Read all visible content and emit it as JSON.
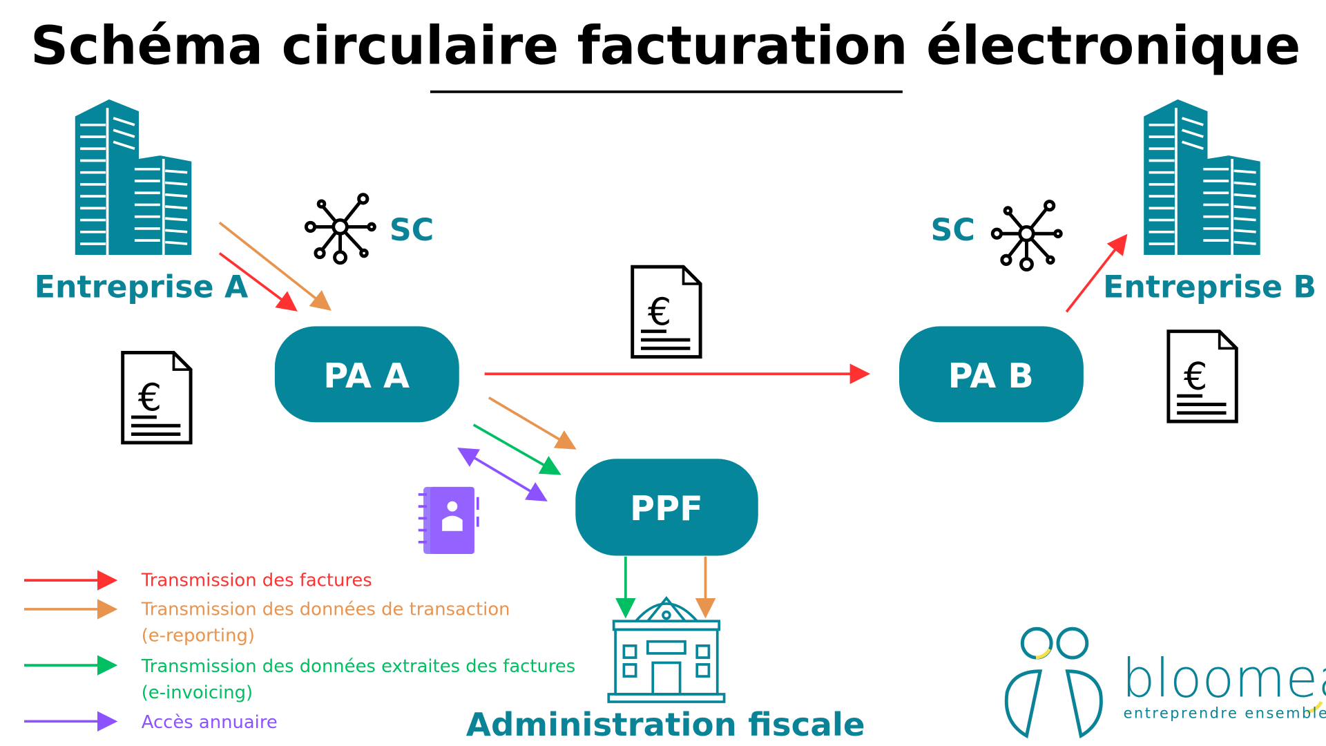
{
  "title": "Schéma circulaire facturation électronique",
  "nodes": {
    "entreprise_a": "Entreprise A",
    "entreprise_b": "Entreprise B",
    "sc_a": "SC",
    "sc_b": "SC",
    "pa_a": "PA A",
    "pa_b": "PA B",
    "ppf": "PPF",
    "administration": "Administration fiscale"
  },
  "legend": [
    {
      "lines": [
        "Transmission des factures"
      ],
      "color": "#ff3131"
    },
    {
      "lines": [
        "Transmission des données de transaction",
        "(e-reporting)"
      ],
      "color": "#e8944f"
    },
    {
      "lines": [
        "Transmission des données extraites des factures",
        "(e-invoicing)"
      ],
      "color": "#00bf63"
    },
    {
      "lines": [
        "Accès annuaire"
      ],
      "color": "#8c52ff"
    }
  ],
  "logo": {
    "name": "bloomea",
    "tagline": "entreprendre ensemble"
  },
  "colors": {
    "teal": "#05869a",
    "red": "#ff3131",
    "orange": "#e8944f",
    "green": "#00bf63",
    "purple": "#8c52ff",
    "yellow": "#f5e04a"
  }
}
